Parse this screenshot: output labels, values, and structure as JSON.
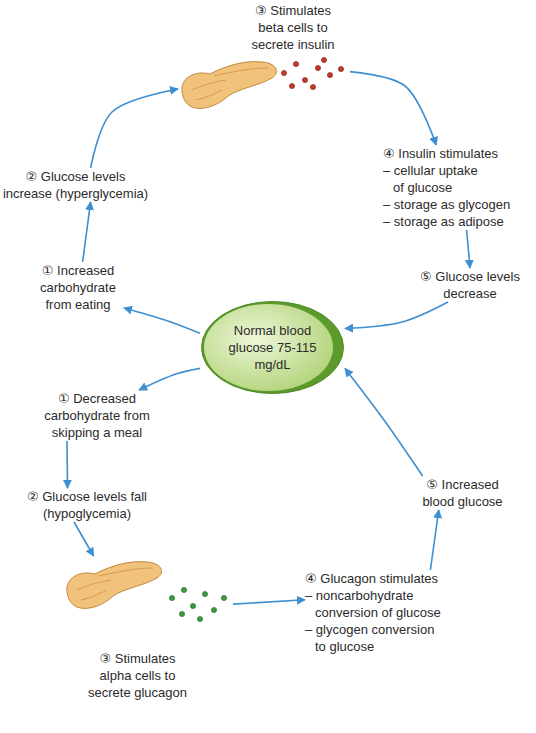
{
  "diagram": {
    "nodes": [
      {
        "text": [
          "Normal blood glucose 75-115 mg/dL"
        ]
      },
      {
        "text": [
          "① Increased carbohydrate from eating"
        ]
      },
      {
        "text": [
          "② Glucose levels increase (hyperglycemia)"
        ]
      },
      {
        "text": [
          "③ Stimulates beta cells to secrete insulin"
        ]
      },
      {
        "text": [
          "④ Insulin stimulates",
          "– cellular uptake of glucose",
          "– storage as glycogen",
          "– storage as adipose"
        ]
      },
      {
        "text": [
          "⑤ Glucose levels decrease"
        ]
      },
      {
        "text": [
          "① Decreased carbohydrate from skipping a meal"
        ]
      },
      {
        "text": [
          "② Glucose levels fall (hypoglycemia)"
        ]
      },
      {
        "text": [
          "③ Stimulates alpha cells to secrete glucagon"
        ]
      },
      {
        "text": [
          "④ Glucagon stimulates",
          "– noncarbohydrate conversion of glucose",
          "– glycogen conversion to glucose"
        ]
      },
      {
        "text": [
          "⑤ Increased blood glucose"
        ]
      }
    ],
    "edges": [
      {
        "from": 0,
        "to": 1,
        "arrow": "to"
      },
      {
        "from": 1,
        "to": 2,
        "arrow": "to"
      },
      {
        "from": 2,
        "to": 3,
        "arrow": "to"
      },
      {
        "from": 3,
        "to": 4,
        "arrow": "to"
      },
      {
        "from": 4,
        "to": 5,
        "arrow": "to"
      },
      {
        "from": 5,
        "to": 0,
        "arrow": "to"
      },
      {
        "from": 0,
        "to": 6,
        "arrow": "to"
      },
      {
        "from": 6,
        "to": 7,
        "arrow": "to"
      },
      {
        "from": 7,
        "to": 8,
        "arrow": "to"
      },
      {
        "from": 8,
        "to": 9,
        "arrow": "to"
      },
      {
        "from": 9,
        "to": 10,
        "arrow": "to"
      },
      {
        "from": 10,
        "to": 0,
        "arrow": "to"
      }
    ]
  }
}
